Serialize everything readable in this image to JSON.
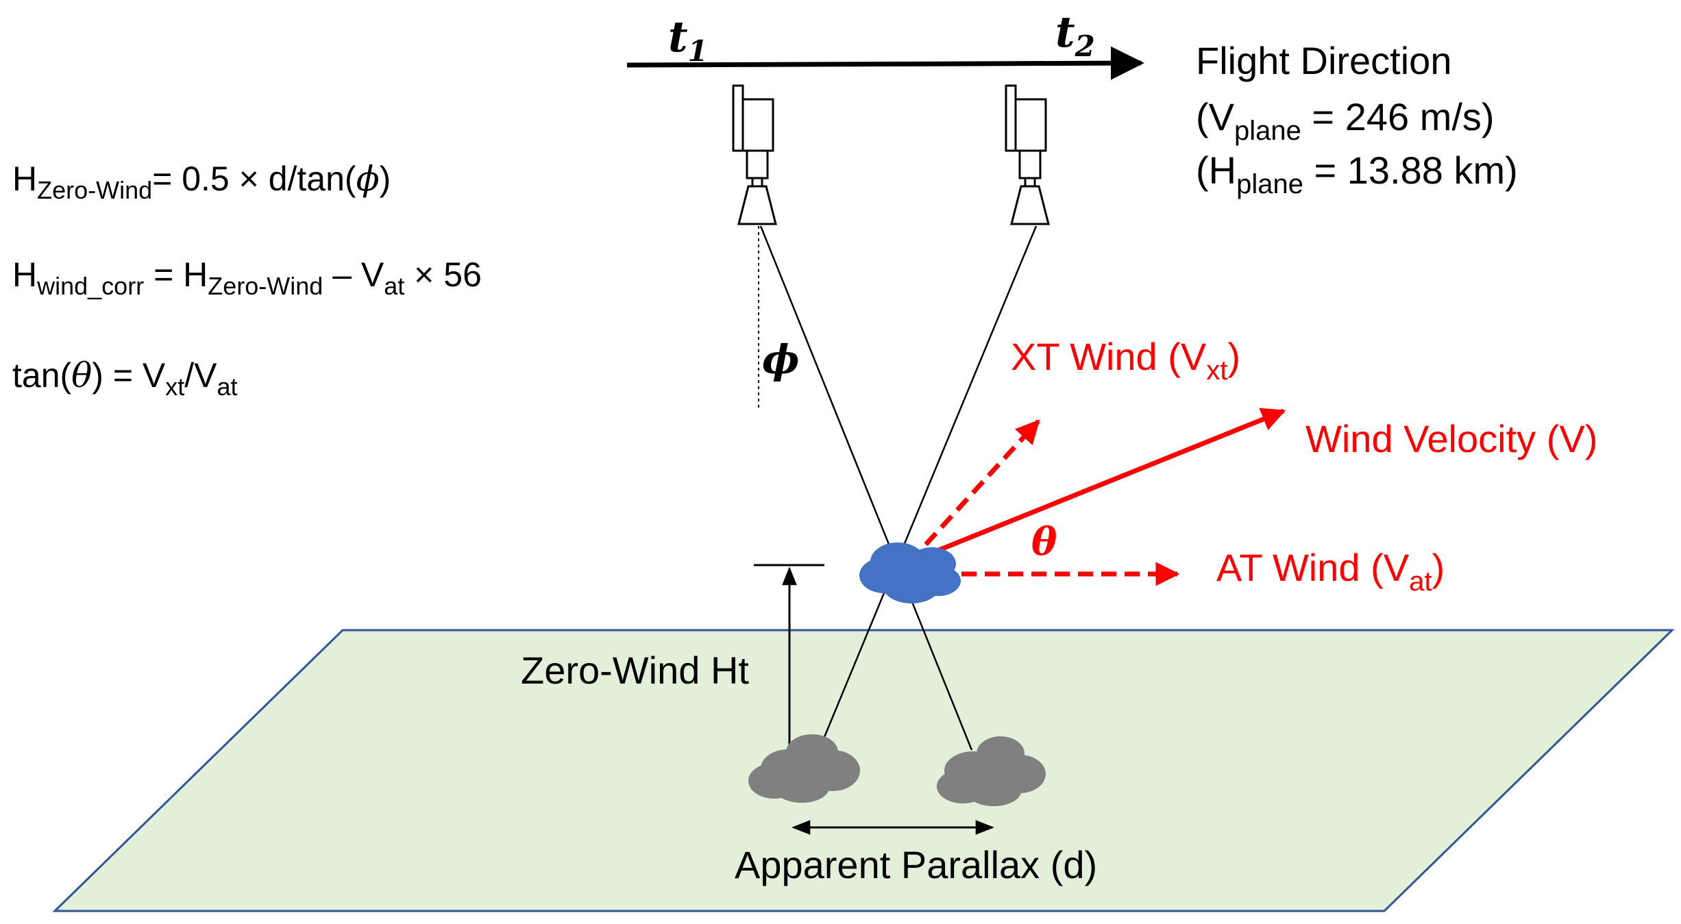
{
  "flight": {
    "t1_label": "t",
    "t1_sub": "1",
    "t2_label": "t",
    "t2_sub": "2",
    "direction_label": "Flight Direction",
    "vplane_open": "(V",
    "vplane_sub": "plane",
    "vplane_value": " = 246 m/s)",
    "hplane_open": "(H",
    "hplane_sub": "plane",
    "hplane_value": " = 13.88 km)"
  },
  "equations": {
    "eq1": {
      "h": "H",
      "h_sub": "Zero-Wind",
      "rhs_a": "= 0.5  × d/tan(",
      "phi": "ϕ",
      "rhs_b": ")"
    },
    "eq2": {
      "h": "H",
      "h_sub": "wind_corr",
      "mid_a": " = H",
      "mid_sub": "Zero-Wind",
      "mid_b": " – V",
      "v_sub": "at",
      "rhs": "  ×  56"
    },
    "eq3": {
      "lhs_a": "tan(",
      "theta": "θ",
      "lhs_b": ") = V",
      "vxt_sub": "xt",
      "slash": "/V",
      "vat_sub": "at"
    }
  },
  "angles": {
    "phi": "ϕ",
    "theta": "θ"
  },
  "wind": {
    "xt_label": "XT Wind (V",
    "xt_sub": "xt",
    "xt_close": ")",
    "velocity_label": "Wind Velocity (V)",
    "at_label": "AT Wind (V",
    "at_sub": "at",
    "at_close": ")"
  },
  "ground": {
    "zero_wind_ht": "Zero-Wind Ht",
    "parallax": "Apparent Parallax (d)"
  },
  "colors": {
    "wind_red": "#ff0000",
    "cloud_blue": "#4472c4",
    "shadow_gray": "#808080",
    "ground_fill": "#e2efd9",
    "ground_stroke": "#2f5597"
  },
  "icons": {
    "camera": "camera-icon",
    "cloud": "cloud-icon"
  }
}
